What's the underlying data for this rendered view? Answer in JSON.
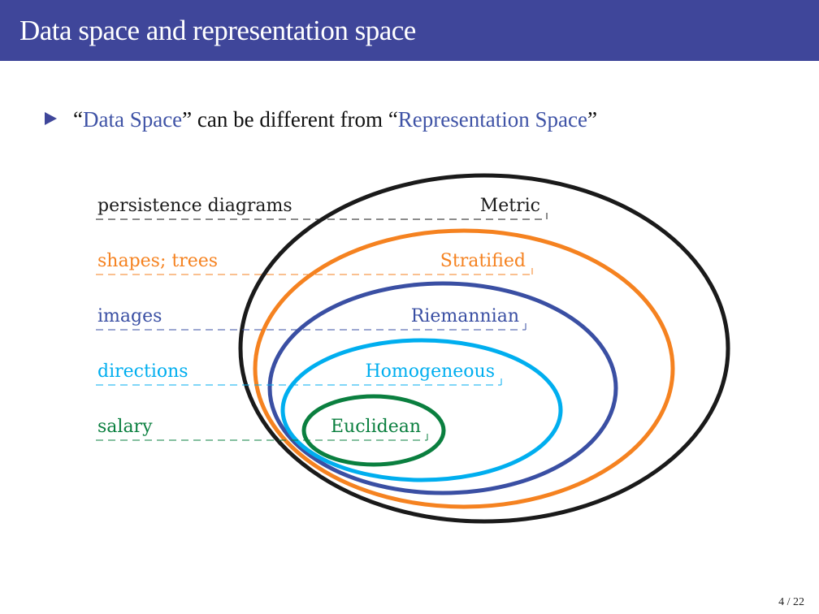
{
  "title": "Data space and representation space",
  "bullet": {
    "open_quote1": "“",
    "term1": "Data Space",
    "close_quote1": "”",
    "middle": " can be different from ",
    "open_quote2": "“",
    "term2": "Representation Space",
    "close_quote2": "”"
  },
  "diagram": {
    "levels": [
      {
        "space": "Metric",
        "example": "persistence diagrams",
        "color": "#1a1a1a"
      },
      {
        "space": "Stratified",
        "example": "shapes; trees",
        "color": "#f58220"
      },
      {
        "space": "Riemannian",
        "example": "images",
        "color": "#3a4fa3"
      },
      {
        "space": "Homogeneous",
        "example": "directions",
        "color": "#00aeef"
      },
      {
        "space": "Euclidean",
        "example": "salary",
        "color": "#0a7f3f"
      }
    ]
  },
  "page_number": "4 / 22"
}
